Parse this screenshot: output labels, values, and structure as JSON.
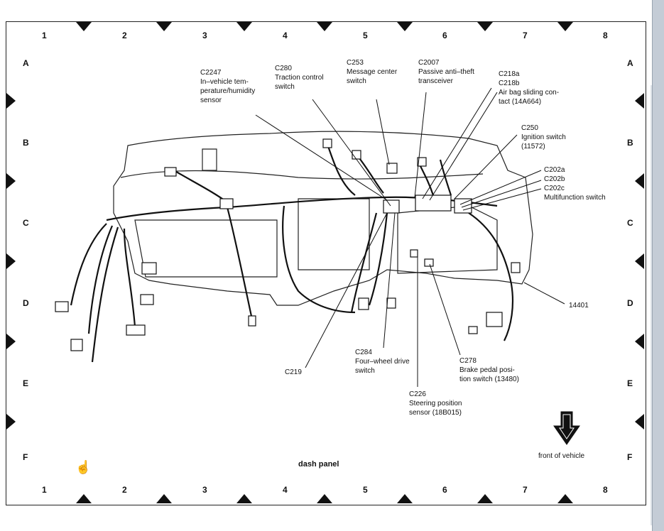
{
  "diagram": {
    "title": "dash panel",
    "front_label": "front of vehicle",
    "columns": [
      "1",
      "2",
      "3",
      "4",
      "5",
      "6",
      "7",
      "8"
    ],
    "rows": [
      "A",
      "B",
      "C",
      "D",
      "E",
      "F"
    ],
    "callouts": {
      "c2247": "C2247\nIn–vehicle tem-\nperature/humidity\nsensor",
      "c280": "C280\nTraction control\nswitch",
      "c253": "C253\nMessage center\nswitch",
      "c2007": "C2007\nPassive anti–theft\ntransceiver",
      "c218": "C218a\nC218b\nAir bag sliding con-\ntact (14A664)",
      "c250": "C250\nIgnition switch\n(11572)",
      "c202": "C202a\nC202b\nC202c\nMultifunction switch",
      "c14401": "14401",
      "c219": "C219",
      "c284": "C284\nFour–wheel drive\nswitch",
      "c278": "C278\nBrake pedal posi-\ntion switch (13480)",
      "c226": "C226\nSteering position\nsensor (18B015)"
    }
  },
  "ui": {
    "cursor_icon": "hand-pointer-icon",
    "colors": {
      "ink": "#111111",
      "sidebar": "#c4ccd6"
    }
  }
}
